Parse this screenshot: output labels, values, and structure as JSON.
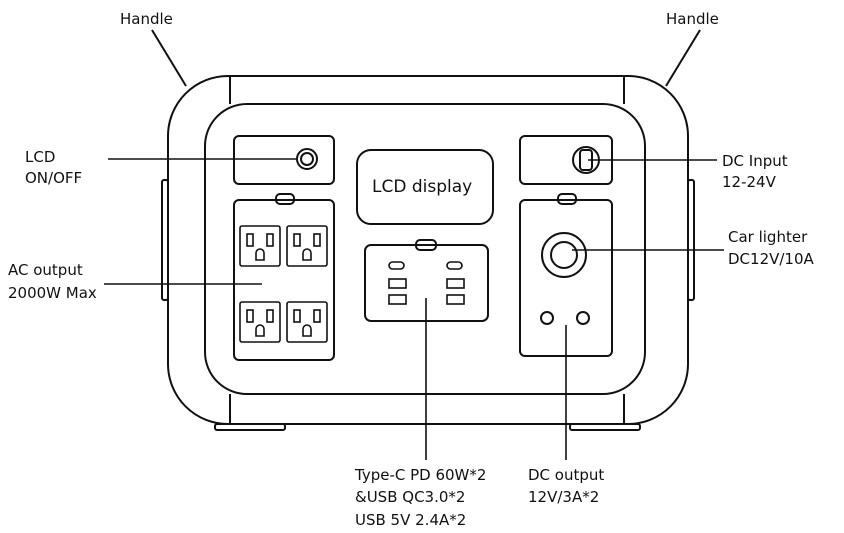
{
  "labels": {
    "handle_left": "Handle",
    "handle_right": "Handle",
    "lcd_onoff_line1": "LCD",
    "lcd_onoff_line2": "ON/OFF",
    "ac_output_line1": "AC output",
    "ac_output_line2": "2000W Max",
    "lcd_display": "LCD display",
    "dc_input_line1": "DC Input",
    "dc_input_line2": "12-24V",
    "car_lighter_line1": "Car lighter",
    "car_lighter_line2": "DC12V/10A",
    "usb_line1": "Type-C PD 60W*2",
    "usb_line2": "&USB QC3.0*2",
    "usb_line3": "USB 5V 2.4A*2",
    "dc_output_line1": "DC output",
    "dc_output_line2": "12V/3A*2"
  },
  "colors": {
    "stroke": "#111111",
    "background": "#ffffff"
  }
}
